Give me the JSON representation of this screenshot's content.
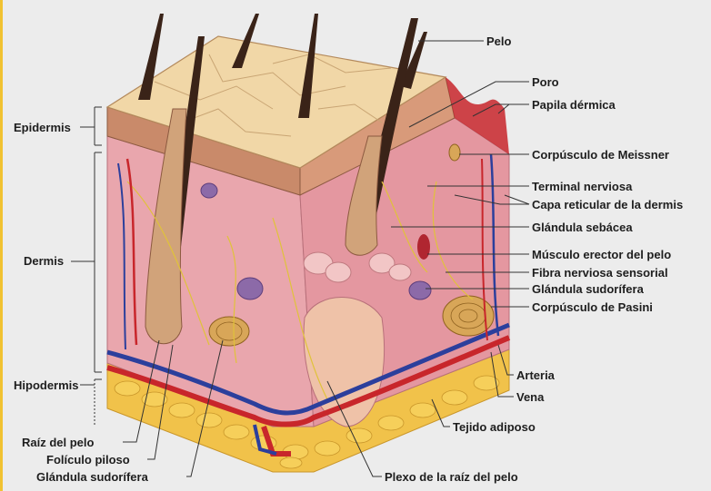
{
  "colors": {
    "background": "#ececec",
    "frame_accent": "#f1c232",
    "label_text": "#1e1e1e",
    "epidermis_surface": "#f1d7a7",
    "dermis": "#e9a6ad",
    "fat": "#f1c24a",
    "artery": "#c8262b",
    "vein": "#2c3f9c",
    "nerve": "#e0c23a",
    "hair": "#3a2318"
  },
  "layer_labels": {
    "epidermis": "Epidermis",
    "dermis": "Dermis",
    "hipodermis": "Hipodermis"
  },
  "right_labels": [
    {
      "key": "pelo",
      "text": "Pelo"
    },
    {
      "key": "poro",
      "text": "Poro"
    },
    {
      "key": "papila",
      "text": "Papila dérmica"
    },
    {
      "key": "meissner",
      "text": "Corpúsculo de Meissner"
    },
    {
      "key": "terminal",
      "text": "Terminal nerviosa"
    },
    {
      "key": "capa",
      "text": "Capa reticular de la dermis"
    },
    {
      "key": "sebacea",
      "text": "Glándula sebácea"
    },
    {
      "key": "erector",
      "text": "Músculo erector del pelo"
    },
    {
      "key": "fibra",
      "text": "Fibra nerviosa sensorial"
    },
    {
      "key": "sudorifera_r",
      "text": "Glándula sudorífera"
    },
    {
      "key": "pasini",
      "text": "Corpúsculo de Pasini"
    },
    {
      "key": "arteria",
      "text": "Arteria"
    },
    {
      "key": "vena",
      "text": "Vena"
    },
    {
      "key": "adiposo",
      "text": "Tejido adiposo"
    }
  ],
  "bottom_labels": [
    {
      "key": "raiz",
      "text": "Raíz del pelo"
    },
    {
      "key": "foliculo",
      "text": "Folículo piloso"
    },
    {
      "key": "sudorifera_l",
      "text": "Glándula sudorífera"
    },
    {
      "key": "plexo",
      "text": "Plexo de la raíz del pelo"
    }
  ]
}
